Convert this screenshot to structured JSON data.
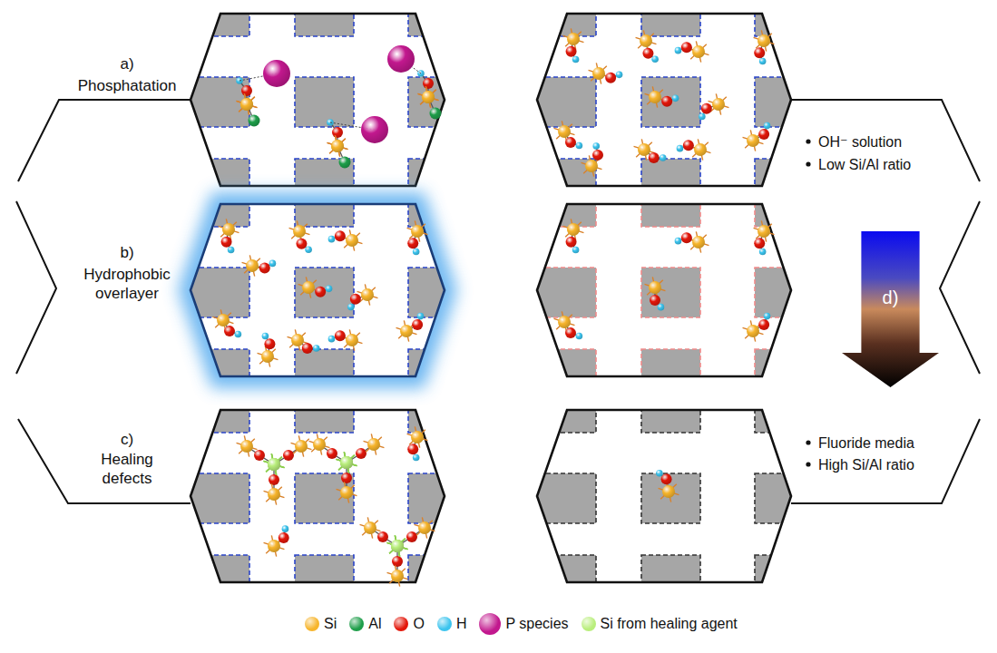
{
  "diagram": {
    "nodes": [
      {
        "text": [
          "d)"
        ]
      }
    ],
    "labels": [
      "a)",
      "Phosphatation",
      "b)",
      "Hydrophobic overlayer",
      "c)",
      "Healing defects",
      "OH⁻ solution",
      "Low Si/Al ratio",
      "Fluoride media",
      "High Si/Al ratio"
    ],
    "legend": [
      {
        "text": "Si",
        "color": "#f7b52c"
      },
      {
        "text": "Al",
        "color": "#1e9e4a"
      },
      {
        "text": "O",
        "color": "#e3170a"
      },
      {
        "text": "H",
        "color": "#3cc4ee"
      },
      {
        "text": "P species",
        "color": "#c2188e"
      },
      {
        "text": "Si from healing agent",
        "color": "#b9ee7c"
      }
    ]
  }
}
